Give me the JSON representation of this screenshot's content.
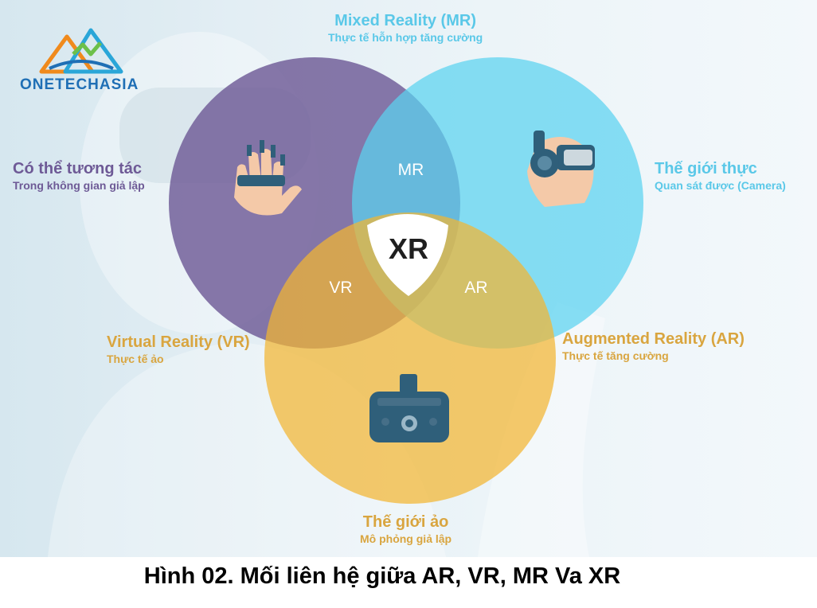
{
  "logo": {
    "text": "ONETECHASIA"
  },
  "labels": {
    "mr": {
      "title": "Mixed Reality (MR)",
      "subtitle": "Thực tế hỗn hợp tăng cường"
    },
    "interact": {
      "title": "Có thể tương tác",
      "subtitle": "Trong không gian giả lập"
    },
    "real": {
      "title": "Thế giới thực",
      "subtitle": "Quan sát được (Camera)"
    },
    "vr": {
      "title": "Virtual Reality (VR)",
      "subtitle": "Thực tế ảo"
    },
    "ar": {
      "title": "Augmented Reality (AR)",
      "subtitle": "Thực tế tăng cường"
    },
    "virtual": {
      "title": "Thế giới ảo",
      "subtitle": "Mô phỏng giả lập"
    }
  },
  "regions": {
    "mr": "MR",
    "vr": "VR",
    "ar": "AR",
    "xr": "XR"
  },
  "caption": "Hình 02. Mối liên hệ giữa AR, VR, MR Va XR",
  "colors": {
    "purple": "#6e5a96",
    "cyan": "#5ac8e8",
    "amber": "#d9a53f"
  },
  "icons": {
    "top_left": "hand-glove-icon",
    "top_right": "vr-headset-head-icon",
    "bottom": "vr-headset-icon"
  }
}
